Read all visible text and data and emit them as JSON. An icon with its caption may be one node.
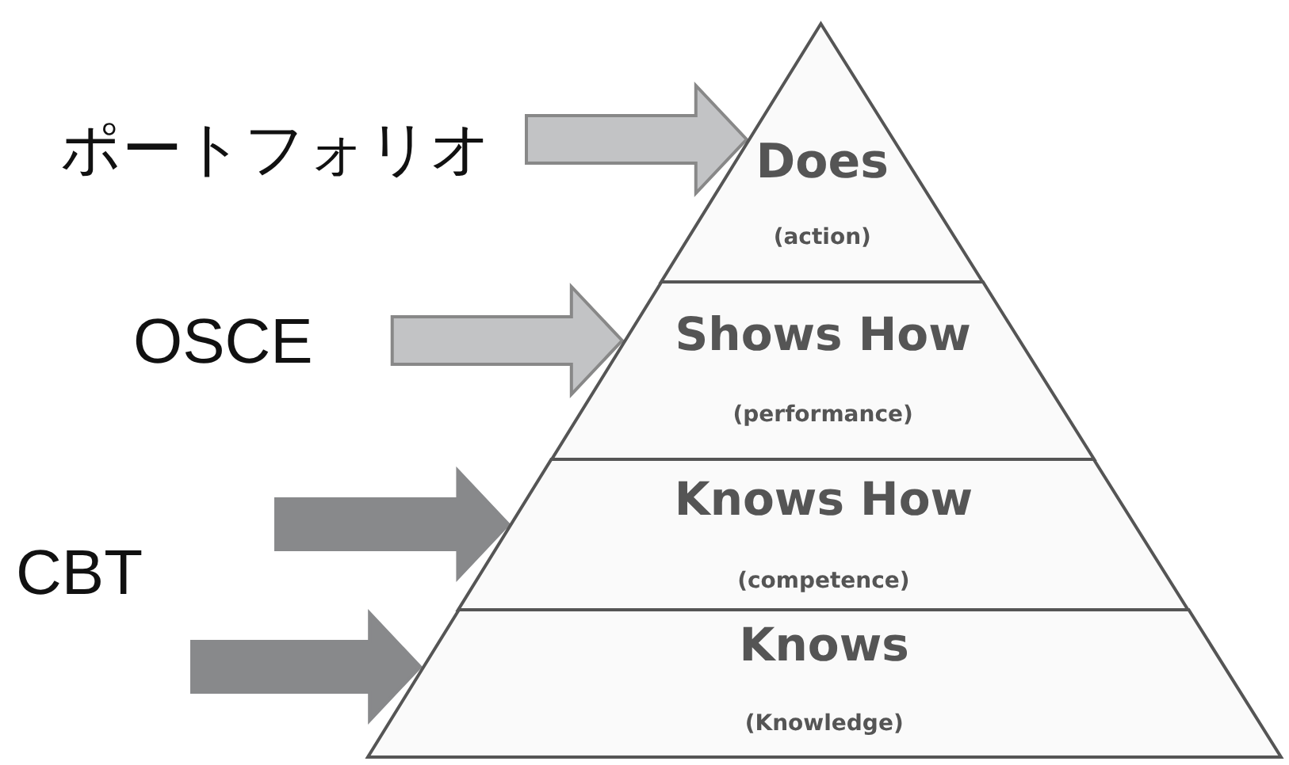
{
  "diagram": {
    "nodes": [
      {
        "text": [
          "Does",
          "(action)"
        ]
      },
      {
        "text": [
          "Shows How",
          "(performance)"
        ]
      },
      {
        "text": [
          "Knows How",
          "(competence)"
        ]
      },
      {
        "text": [
          "Knows",
          "(Knowledge)"
        ]
      },
      {
        "text": [
          "ポートフォリオ"
        ]
      },
      {
        "text": [
          "OSCE"
        ]
      },
      {
        "text": [
          "CBT"
        ]
      }
    ],
    "edges": [
      {
        "from": 4,
        "to": 0,
        "arrow": "to",
        "style": "thick"
      },
      {
        "from": 5,
        "to": 1,
        "arrow": "to",
        "style": "thick"
      },
      {
        "from": 6,
        "to": 2,
        "arrow": "to",
        "style": "thick",
        "color": "#88898b"
      },
      {
        "from": 6,
        "to": 3,
        "arrow": "to",
        "style": "thick",
        "color": "#88898b"
      }
    ]
  }
}
